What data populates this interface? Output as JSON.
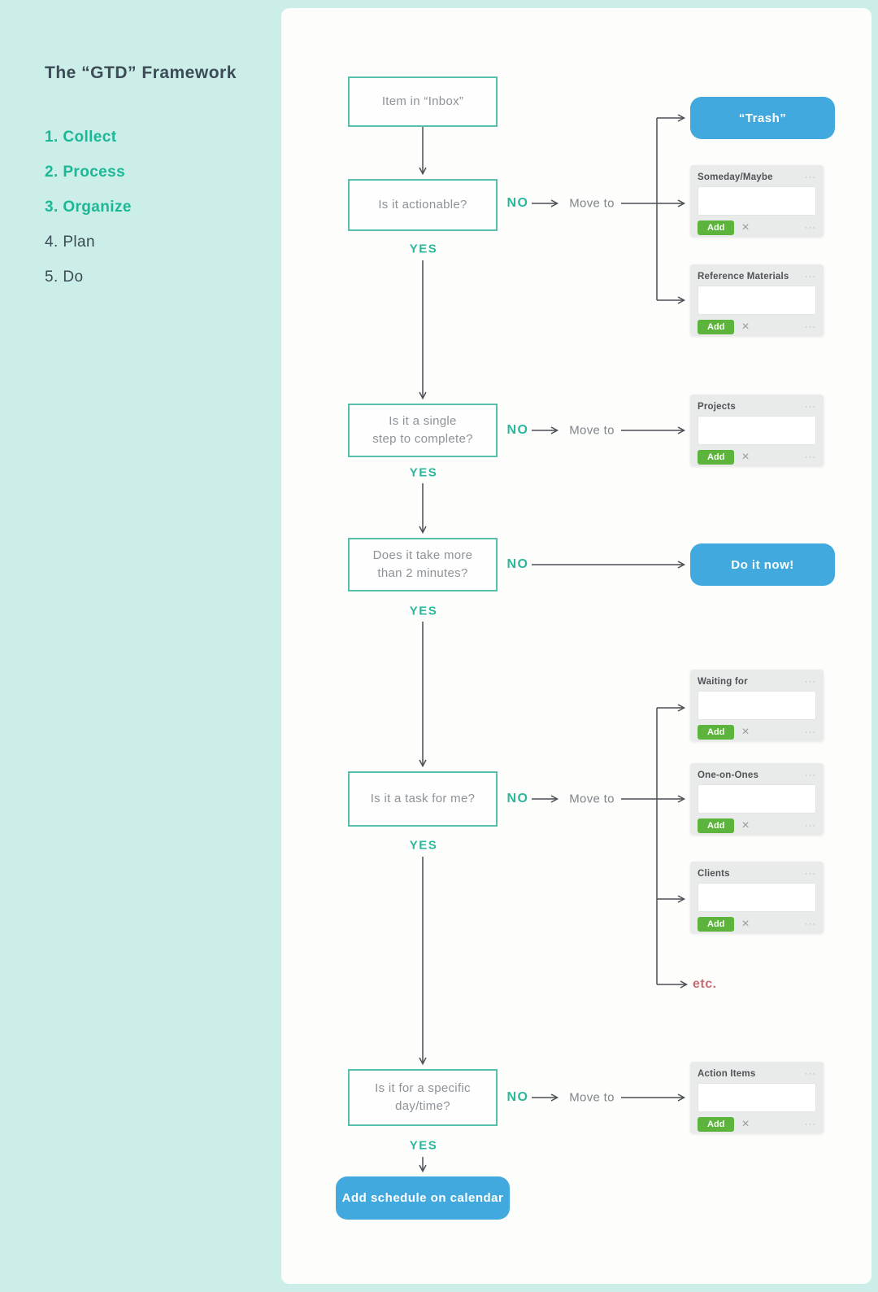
{
  "colors": {
    "mint_background": "#cbeee8",
    "panel_background": "#fdfdfc",
    "accent_teal": "#2bb79b",
    "box_border_teal": "#56c0ab",
    "button_blue": "#41a9de",
    "add_green": "#5cb43c",
    "etc_rose": "#c96b72",
    "arrow_gray": "#4a4f54"
  },
  "sidebar": {
    "title": "The “GTD” Framework",
    "items": [
      {
        "label": "1. Collect",
        "highlighted": true
      },
      {
        "label": "2. Process",
        "highlighted": true
      },
      {
        "label": "3. Organize",
        "highlighted": true
      },
      {
        "label": "4. Plan",
        "highlighted": false
      },
      {
        "label": "5. Do",
        "highlighted": false
      }
    ]
  },
  "flow": {
    "labels": {
      "yes": "YES",
      "no": "NO",
      "move_to": "Move to",
      "etc": "etc."
    },
    "questions": [
      {
        "text": "Item in “Inbox”"
      },
      {
        "text": "Is it actionable?"
      },
      {
        "text": "Is it a single\nstep to complete?"
      },
      {
        "text": "Does it take more\nthan 2 minutes?"
      },
      {
        "text": "Is it a task for me?"
      },
      {
        "text": "Is it for a specific\nday/time?"
      }
    ],
    "pills": {
      "trash": "“Trash”",
      "do_it_now": "Do it now!",
      "add_schedule": "Add schedule on calendar"
    },
    "cards": [
      {
        "title": "Someday/Maybe"
      },
      {
        "title": "Reference Materials"
      },
      {
        "title": "Projects"
      },
      {
        "title": "Waiting for"
      },
      {
        "title": "One-on-Ones"
      },
      {
        "title": "Clients"
      },
      {
        "title": "Action Items"
      }
    ],
    "card_ui": {
      "add_label": "Add"
    },
    "icons": {
      "overflow": "···",
      "close": "×"
    }
  }
}
